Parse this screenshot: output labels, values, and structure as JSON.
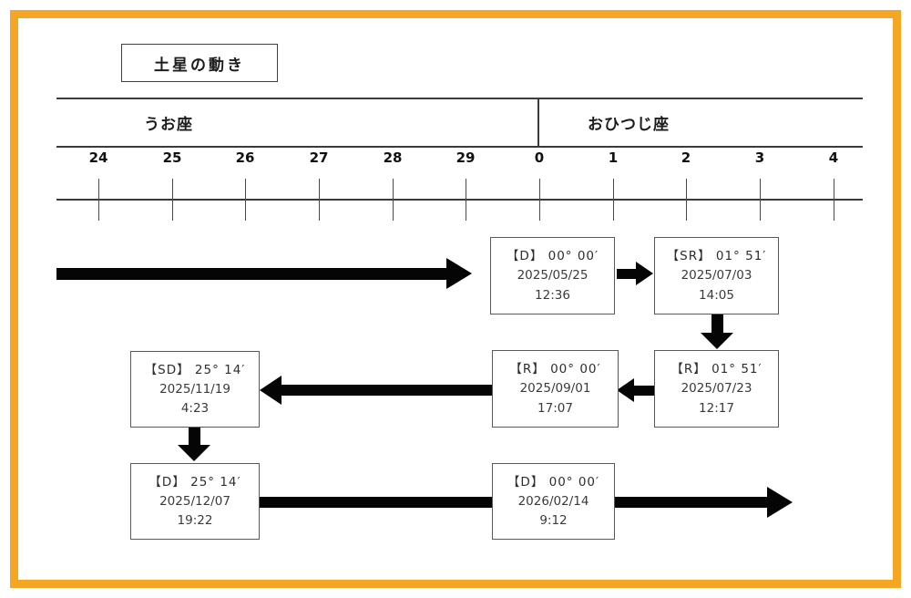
{
  "colors": {
    "frame": "#F5A623",
    "line": "#3b3b3b",
    "arrow": "#050505",
    "box_border": "#595959"
  },
  "title": "土星の動き",
  "zodiac_band": {
    "sections": [
      {
        "label": "うお座"
      },
      {
        "label": "おひつじ座"
      }
    ]
  },
  "axis": {
    "ticks": [
      "24",
      "25",
      "26",
      "27",
      "28",
      "29",
      "0",
      "1",
      "2",
      "3",
      "4"
    ]
  },
  "events": [
    {
      "label": "【D】 00° 00′",
      "date": "2025/05/25",
      "time": "12:36"
    },
    {
      "label": "【SR】 01° 51′",
      "date": "2025/07/03",
      "time": "14:05"
    },
    {
      "label": "【R】 01° 51′",
      "date": "2025/07/23",
      "time": "12:17"
    },
    {
      "label": "【R】 00° 00′",
      "date": "2025/09/01",
      "time": "17:07"
    },
    {
      "label": "【SD】 25° 14′",
      "date": "2025/11/19",
      "time": "4:23"
    },
    {
      "label": "【D】 25° 14′",
      "date": "2025/12/07",
      "time": "19:22"
    },
    {
      "label": "【D】 00° 00′",
      "date": "2026/02/14",
      "time": "9:12"
    }
  ]
}
